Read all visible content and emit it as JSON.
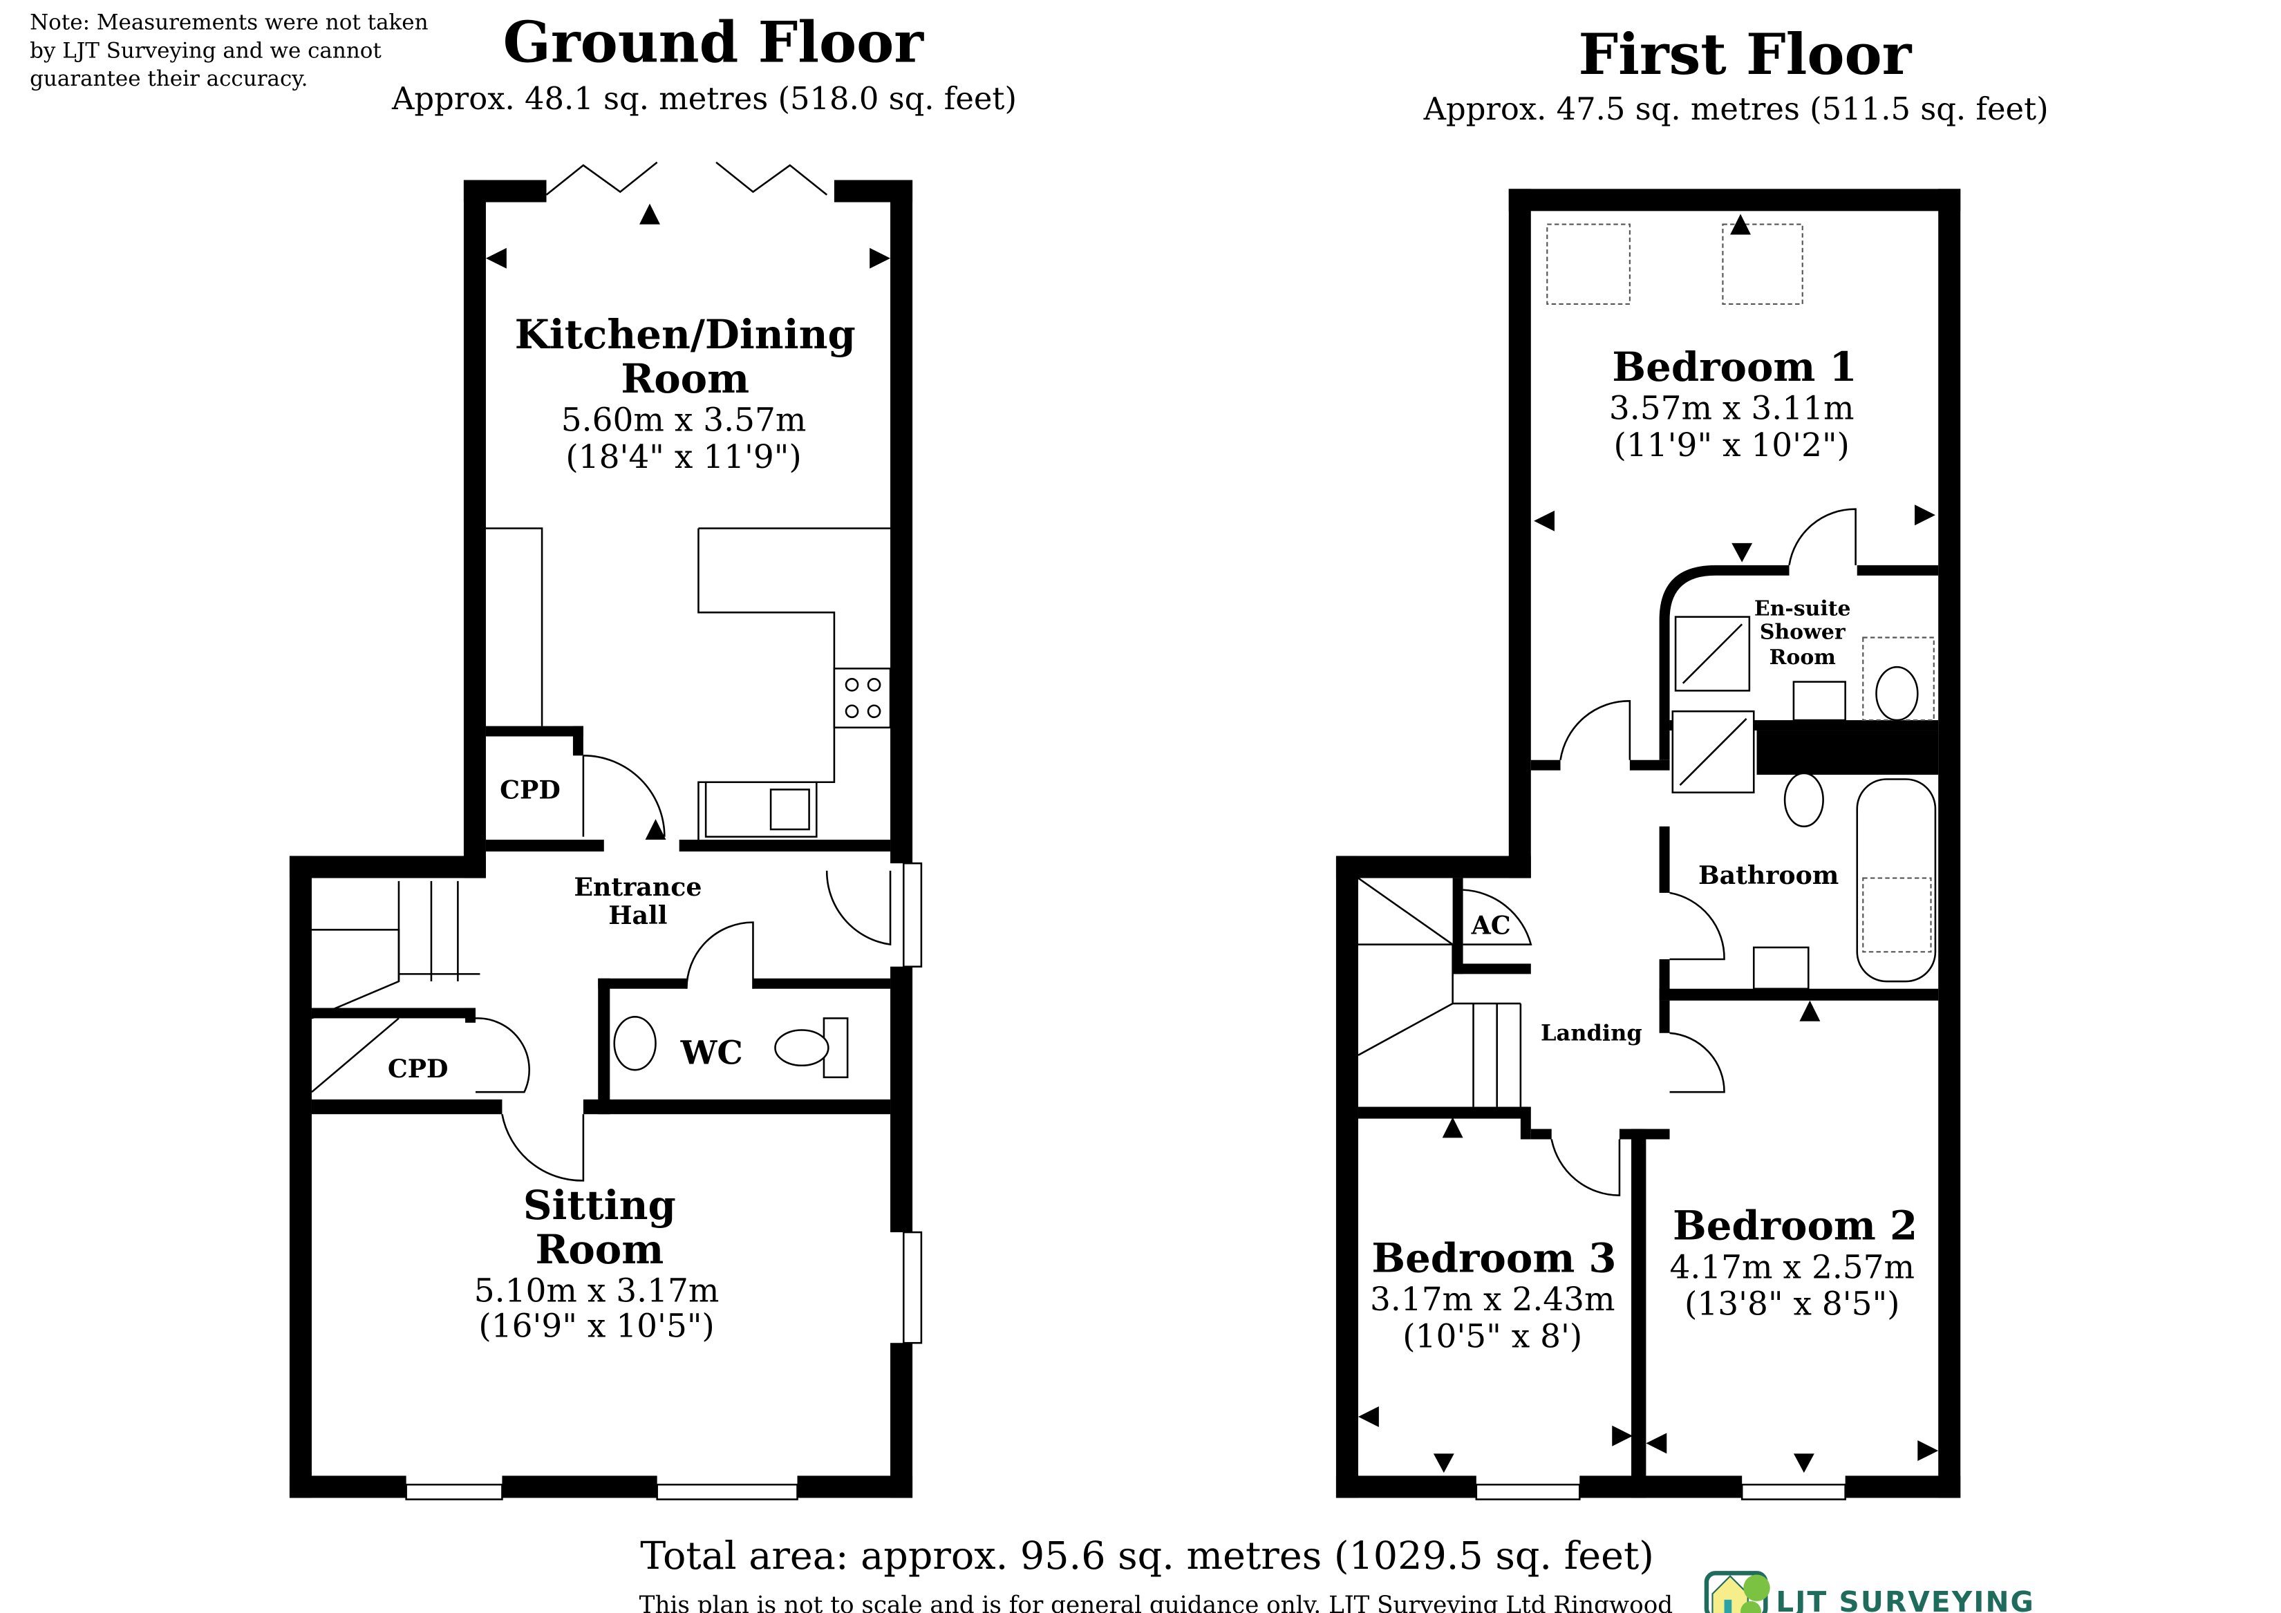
{
  "note": [
    "Note: Measurements were not taken",
    "by LJT Surveying and we cannot",
    "guarantee their accuracy."
  ],
  "ground_floor": {
    "title": "Ground Floor",
    "area": "Approx. 48.1 sq. metres (518.0 sq. feet)",
    "rooms": {
      "kitchen": {
        "name1": "Kitchen/Dining",
        "name2": "Room",
        "metric": "5.60m x 3.57m",
        "imperial": "(18'4\" x 11'9\")"
      },
      "cpd_upper": {
        "name": "CPD"
      },
      "entrance": {
        "name1": "Entrance",
        "name2": "Hall"
      },
      "wc": {
        "name": "WC"
      },
      "cpd_lower": {
        "name": "CPD"
      },
      "sitting": {
        "name1": "Sitting",
        "name2": "Room",
        "metric": "5.10m x 3.17m",
        "imperial": "(16'9\" x 10'5\")"
      }
    }
  },
  "first_floor": {
    "title": "First Floor",
    "area": "Approx. 47.5 sq. metres (511.5 sq. feet)",
    "rooms": {
      "bedroom1": {
        "name": "Bedroom 1",
        "metric": "3.57m x 3.11m",
        "imperial": "(11'9\" x 10'2\")"
      },
      "ensuite": {
        "name1": "En-suite",
        "name2": "Shower",
        "name3": "Room"
      },
      "bathroom": {
        "name": "Bathroom"
      },
      "ac": {
        "name": "AC"
      },
      "landing": {
        "name": "Landing"
      },
      "bedroom3": {
        "name": "Bedroom 3",
        "metric": "3.17m x 2.43m",
        "imperial": "(10'5\" x 8')"
      },
      "bedroom2": {
        "name": "Bedroom 2",
        "metric": "4.17m x 2.57m",
        "imperial": "(13'8\" x 8'5\")"
      }
    }
  },
  "footer": {
    "total": "Total area: approx. 95.6 sq. metres (1029.5 sq. feet)",
    "disclaimer": "This plan is not to scale and is for general guidance only. LJT Surveying Ltd Ringwood"
  },
  "logo": {
    "text": "LJT Surveying",
    "color": "#1f6b5c"
  }
}
